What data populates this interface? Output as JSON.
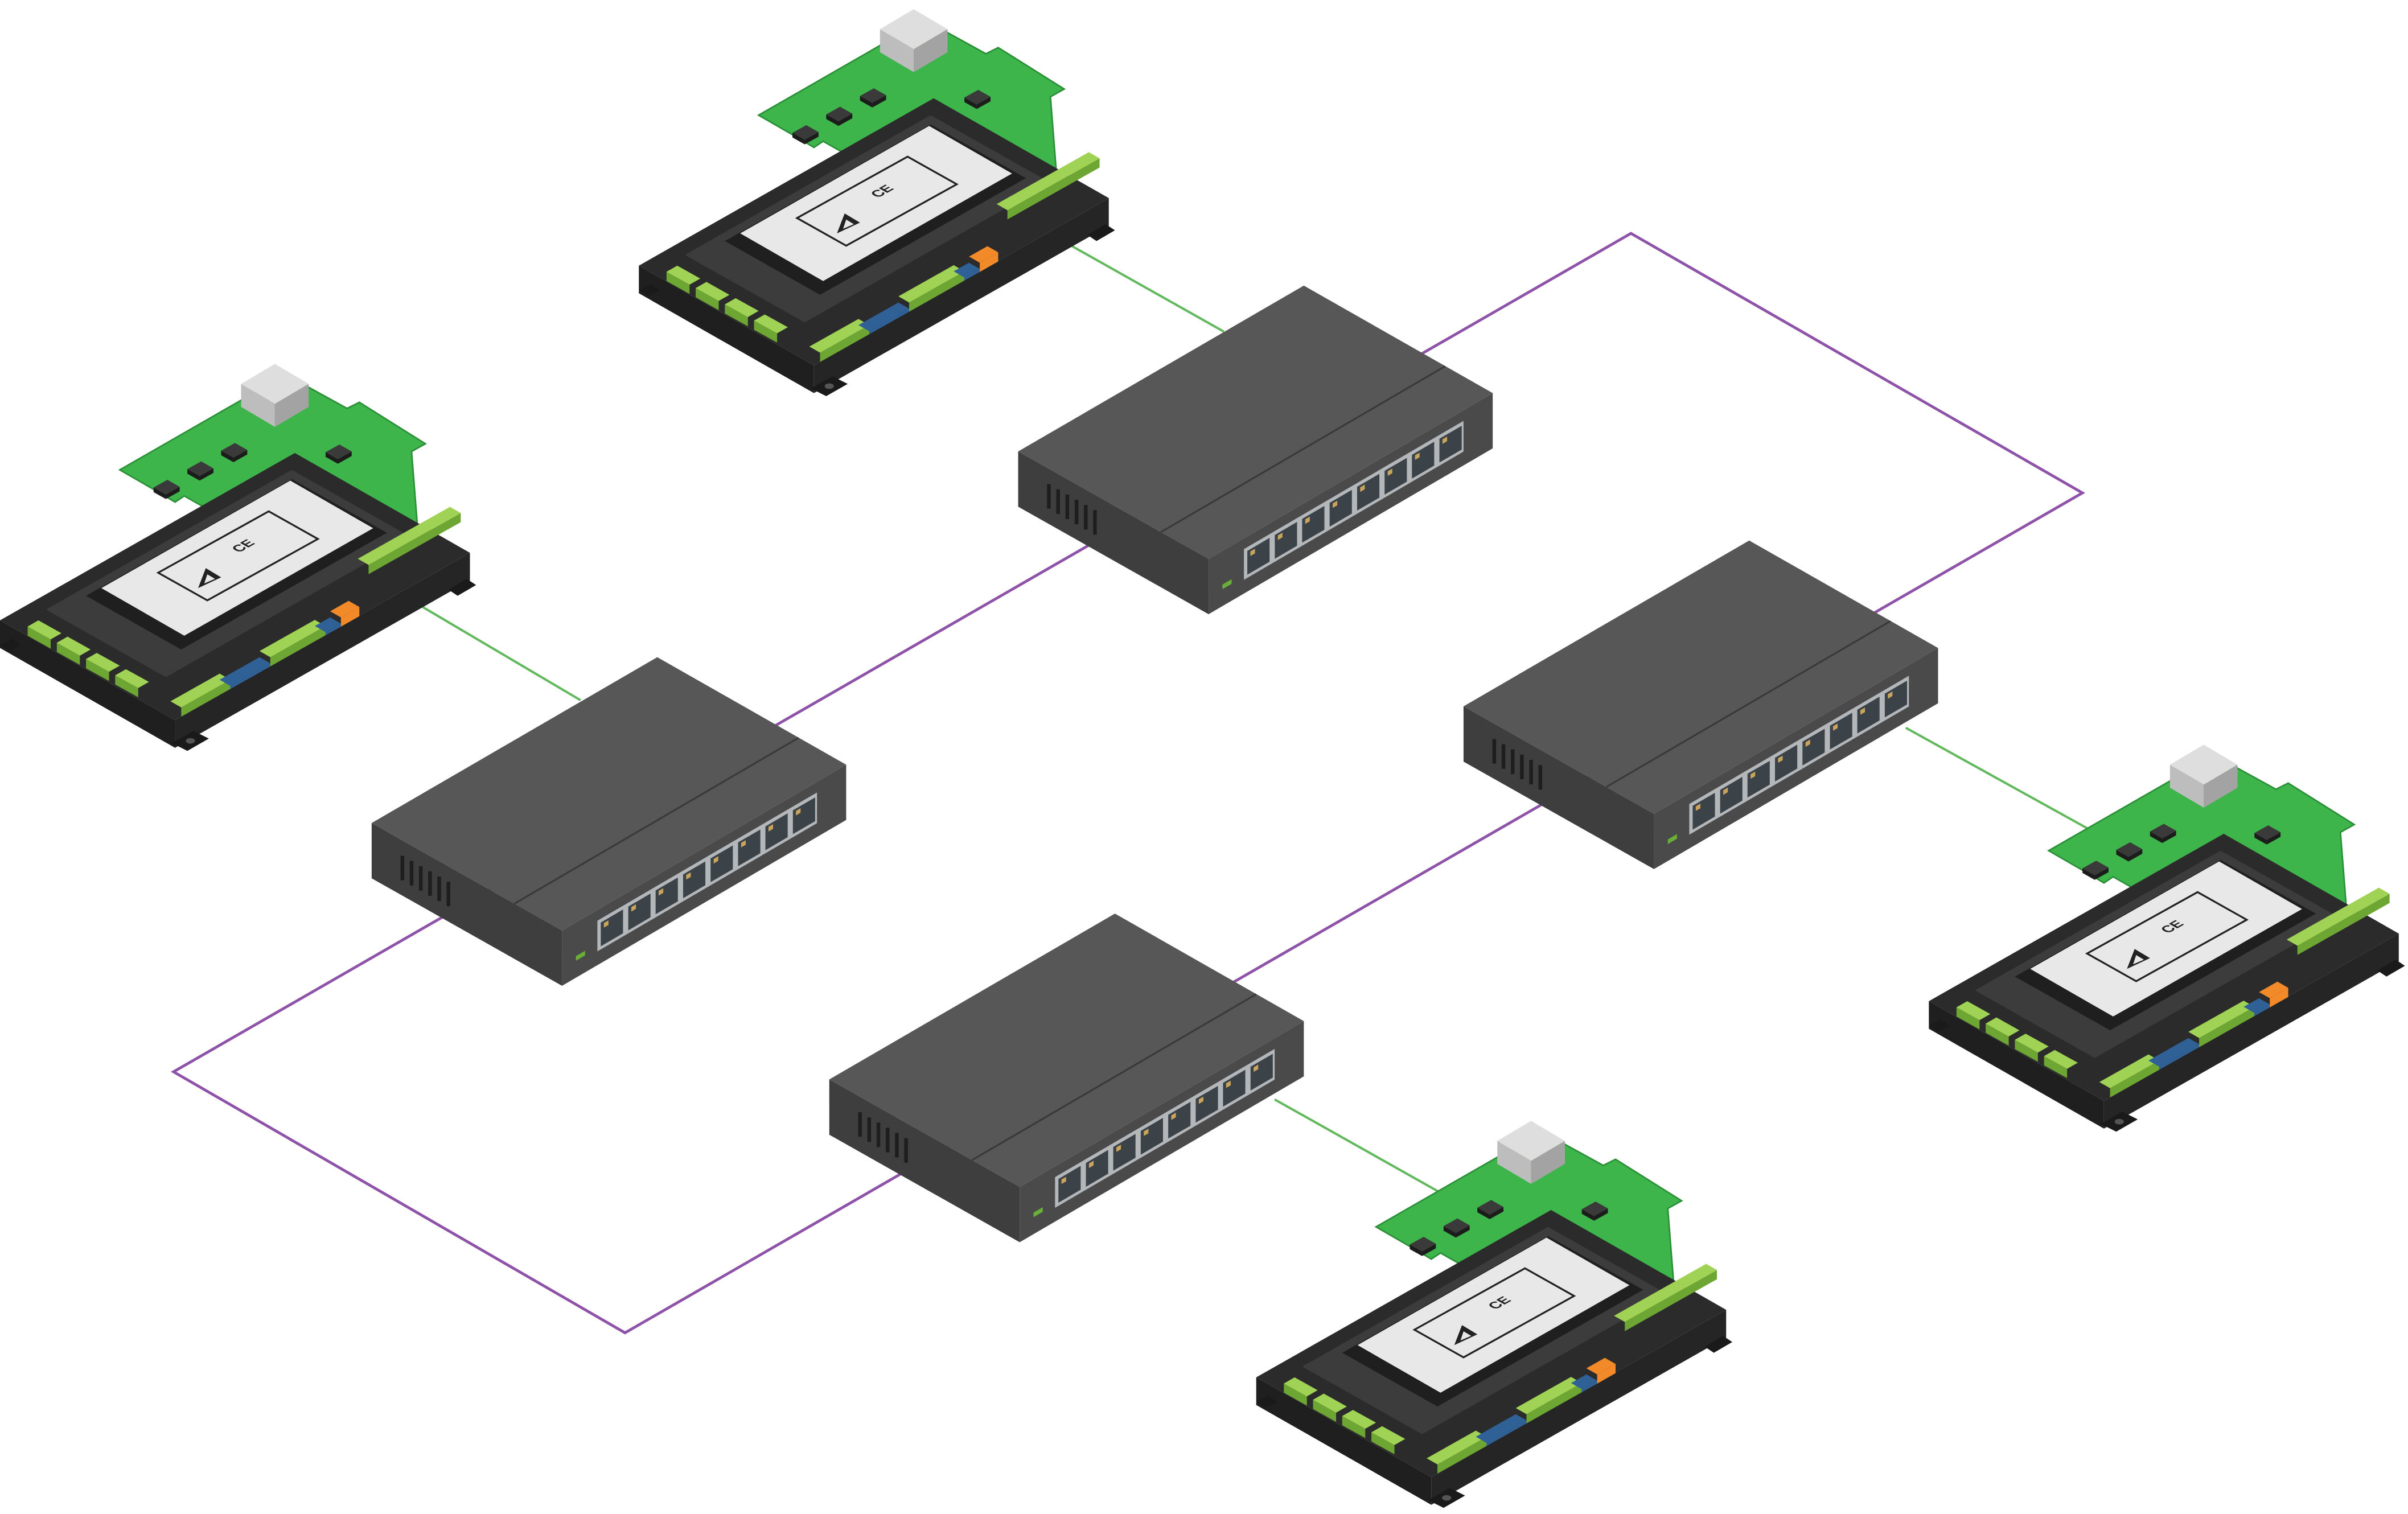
{
  "colors": {
    "background": "#ffffff",
    "ring_link": "#8e52a8",
    "device_link": "#62b85c",
    "switch_top": "#575757",
    "switch_side": "#3e3e3e",
    "switch_front": "#4a4a4a",
    "switch_divider": "#3a3a3a",
    "vent": "#1e1e1e",
    "port_frame": "#b3b7ba",
    "port": "#3b4248",
    "port_pin": "#c9a45a",
    "led": "#6aae3a",
    "pcb": "#3db54a",
    "pcb_edge": "#2b8f38",
    "chip": "#3a3a3a",
    "chip_side": "#1c1c1c",
    "connector_top": "#dedede",
    "connector_left": "#bdbdbd",
    "connector_right": "#a3a3a3",
    "board_body": "#2b2b2b",
    "board_side": "#1f1f1f",
    "board_front": "#252525",
    "plate": "#3c3c3c",
    "label_frame": "#1f1f1f",
    "label": "#e8e8e8",
    "label_ink": "#222222",
    "terminal_top": "#9fd255",
    "terminal_front": "#6ea634",
    "terminal_blue": "#2f6196",
    "terminal_orange": "#f28a2a",
    "ear": "#1a1a1a",
    "ear_hole": "#555555"
  },
  "icons": {
    "switch": "network-switch-icon",
    "controller": "controller-board-icon",
    "warning": "warning-triangle-icon",
    "connector": "rj45-connector-icon"
  },
  "switches": [
    {
      "ports": 8
    },
    {
      "ports": 8
    },
    {
      "ports": 8
    },
    {
      "ports": 8
    }
  ],
  "controllers": [
    {
      "mark": "CE"
    },
    {
      "mark": "CE"
    },
    {
      "mark": "CE"
    },
    {
      "mark": "CE"
    }
  ]
}
